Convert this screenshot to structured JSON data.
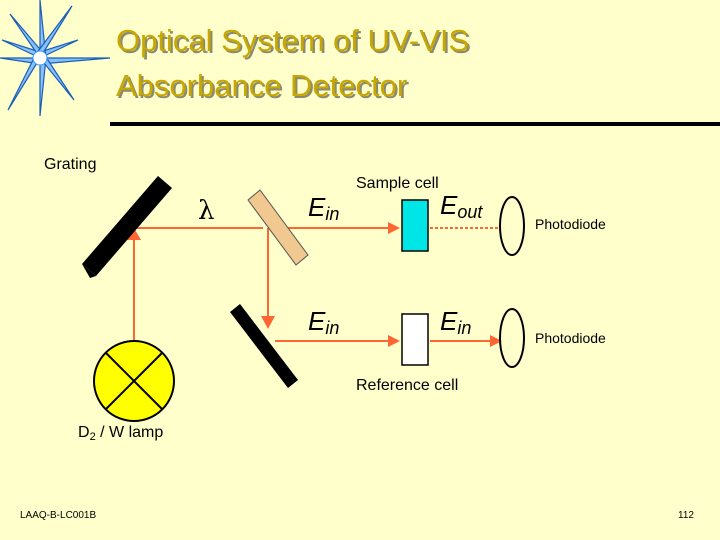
{
  "title": {
    "line1": "Optical System of UV-VIS",
    "line2": "Absorbance Detector"
  },
  "labels": {
    "grating": "Grating",
    "lambda": "λ",
    "sample_cell": "Sample cell",
    "e_in_main": "E",
    "e_in_sub": "in",
    "e_out_main": "E",
    "e_out_sub": "out",
    "photodiode_top": "Photodiode",
    "photodiode_bottom": "Photodiode",
    "reference_cell": "Reference cell",
    "lamp_d": "D",
    "lamp_sub": "2",
    "lamp_rest": " / W lamp"
  },
  "footer": {
    "code": "LAAQ-B-LC001B",
    "page": "112"
  },
  "colors": {
    "background": "#ffffcc",
    "title": "#c8a800",
    "beam": "#ff6633",
    "lamp": "#ffff00",
    "cell": "#00e5e5",
    "star": "#3399ff",
    "mirror": "#000000",
    "beam_splitter": "#f0c890"
  }
}
